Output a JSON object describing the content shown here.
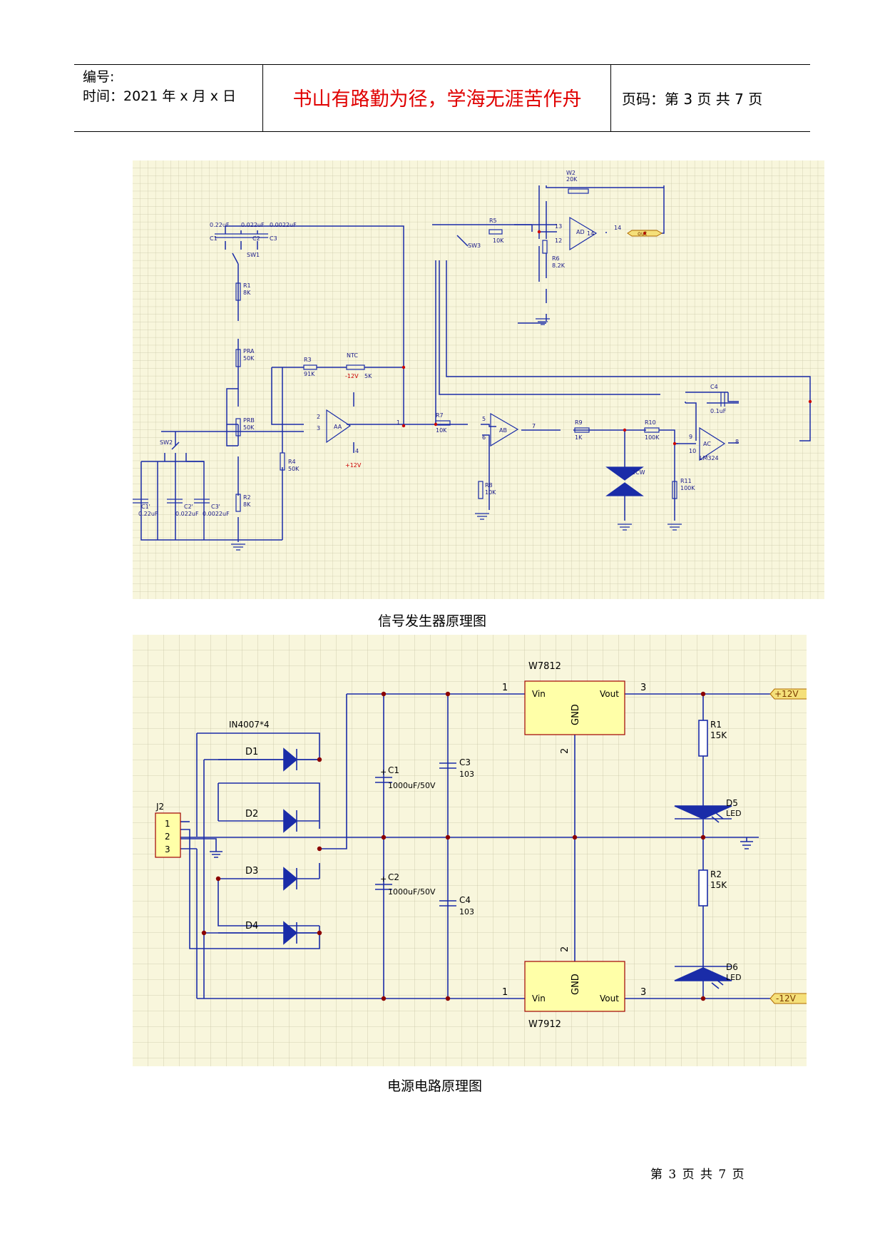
{
  "header": {
    "number_label": "编号:",
    "time_label": "时间：2021 年 x 月 x 日",
    "motto": "书山有路勤为径，学海无涯苦作舟",
    "page_label": "页码：第 3 页  共 7 页"
  },
  "figure1": {
    "caption": "信号发生器原理图",
    "labels": {
      "w2": "W2",
      "w2v": "20K",
      "r5": "R5",
      "r5v": "10K",
      "r6": "R6",
      "r6v": "8.2K",
      "ad": "AD",
      "p13": "13",
      "p12": "12",
      "p14a": "14",
      "p14b": "14",
      "out": "out",
      "sw3": "SW3",
      "c1": "C1",
      "c1v": "0.22uF",
      "c2": "C2",
      "c2v": "0.022uF",
      "c3": "C3",
      "c3v": "0.0022uF",
      "sw1": "SW1",
      "r1": "R1",
      "r1v": "8K",
      "pra": "PRA",
      "prav": "50K",
      "prb": "PRB",
      "prbv": "50K",
      "r2": "R2",
      "r2v": "8K",
      "r3": "R3",
      "r3v": "91K",
      "ntc": "NTC",
      "ntcv": "5K",
      "m12": "-12V",
      "p12v": "+12V",
      "aa": "AA",
      "r4": "R4",
      "r4v": "50K",
      "r7": "R7",
      "r7v": "10K",
      "ab": "AB",
      "r8": "R8",
      "r8v": "10K",
      "r9": "R9",
      "r9v": "1K",
      "zcw": "2CW",
      "r10": "R10",
      "r10v": "100K",
      "c4": "C4",
      "c4v": "0.1uF",
      "ac": "AC",
      "lm": "LM324",
      "r11": "R11",
      "r11v": "100K",
      "sw2": "SW2",
      "c1p": "C1'",
      "c1pv": "0.22uF",
      "c2p": "C2'",
      "c2pv": "0.022uF",
      "c3p": "C3'",
      "c3pv": "0.0022uF",
      "n1": "1",
      "n2": "2",
      "n3": "3",
      "n4": "4",
      "n5": "5",
      "n6": "6",
      "n7": "7",
      "n8": "8",
      "n9": "9",
      "n10": "10"
    }
  },
  "figure2": {
    "caption": "电源电路原理图",
    "labels": {
      "w7812": "W7812",
      "w7912": "W7912",
      "vin": "Vin",
      "vout": "Vout",
      "gnd": "GND",
      "pin1": "1",
      "pin2": "2",
      "pin3": "3",
      "p12": "+12V",
      "m12": "-12V",
      "diodes": "IN4007*4",
      "d1": "D1",
      "d2": "D2",
      "d3": "D3",
      "d4": "D4",
      "j2": "J2",
      "j1": "1",
      "j2n": "2",
      "j3": "3",
      "c1": "C1",
      "c1v": "1000uF/50V",
      "c2": "C2",
      "c2v": "1000uF/50V",
      "c3": "C3",
      "c3v": "103",
      "c4": "C4",
      "c4v": "103",
      "r1": "R1",
      "r1v": "15K",
      "r2": "R2",
      "r2v": "15K",
      "d5": "D5",
      "d6": "D6",
      "led": "LED",
      "plus": "+"
    }
  },
  "footer": {
    "text": "第 3 页 共 7 页"
  }
}
